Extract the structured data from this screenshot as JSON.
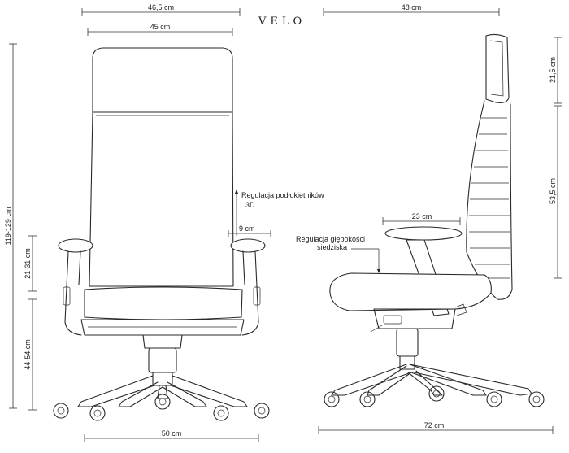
{
  "brand": "VELO",
  "front": {
    "dim_overall_width": "46,5 cm",
    "dim_back_width": "45 cm",
    "dim_total_height": "119-129 cm",
    "dim_armrest_height": "21-31 cm",
    "dim_seat_height": "44-54 cm",
    "dim_base_width": "50 cm",
    "armrest_adjust_label_line1": "Regulacja podłokietników",
    "armrest_adjust_label_line2": "3D",
    "armrest_shift": "9 cm"
  },
  "side": {
    "dim_depth": "48 cm",
    "dim_headrest": "21,5 cm",
    "dim_backrest": "53,5 cm",
    "dim_armpad": "23 cm",
    "seat_depth_label_line1": "Regulacja głębokości",
    "seat_depth_label_line2": "siedziska",
    "dim_base_depth": "72 cm"
  }
}
